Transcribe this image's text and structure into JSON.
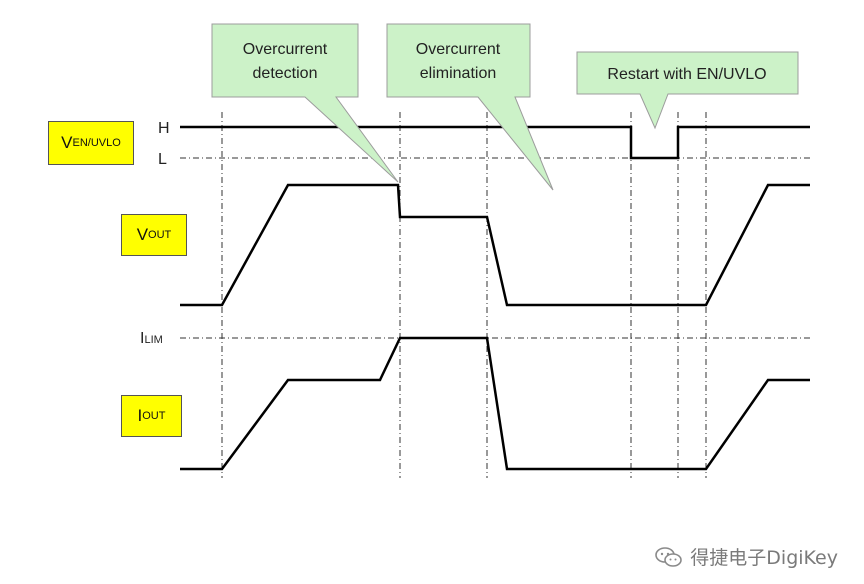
{
  "callouts": {
    "detection": [
      "Overcurrent",
      "detection"
    ],
    "elimination": [
      "Overcurrent",
      "elimination"
    ],
    "restart": "Restart with EN/UVLO"
  },
  "levels": {
    "high": "H",
    "low": "L"
  },
  "signals": {
    "ven": {
      "main": "V",
      "sub": "EN/UVLO"
    },
    "vout": {
      "main": "V",
      "sub": "OUT"
    },
    "ilim": {
      "main": "I",
      "sub": "LIM"
    },
    "iout": {
      "main": "I",
      "sub": "OUT"
    }
  },
  "watermark": "得捷电子DigiKey",
  "colors": {
    "callout_fill": "#ccf2c8",
    "label_fill": "#ffff00",
    "trace": "#000000"
  }
}
